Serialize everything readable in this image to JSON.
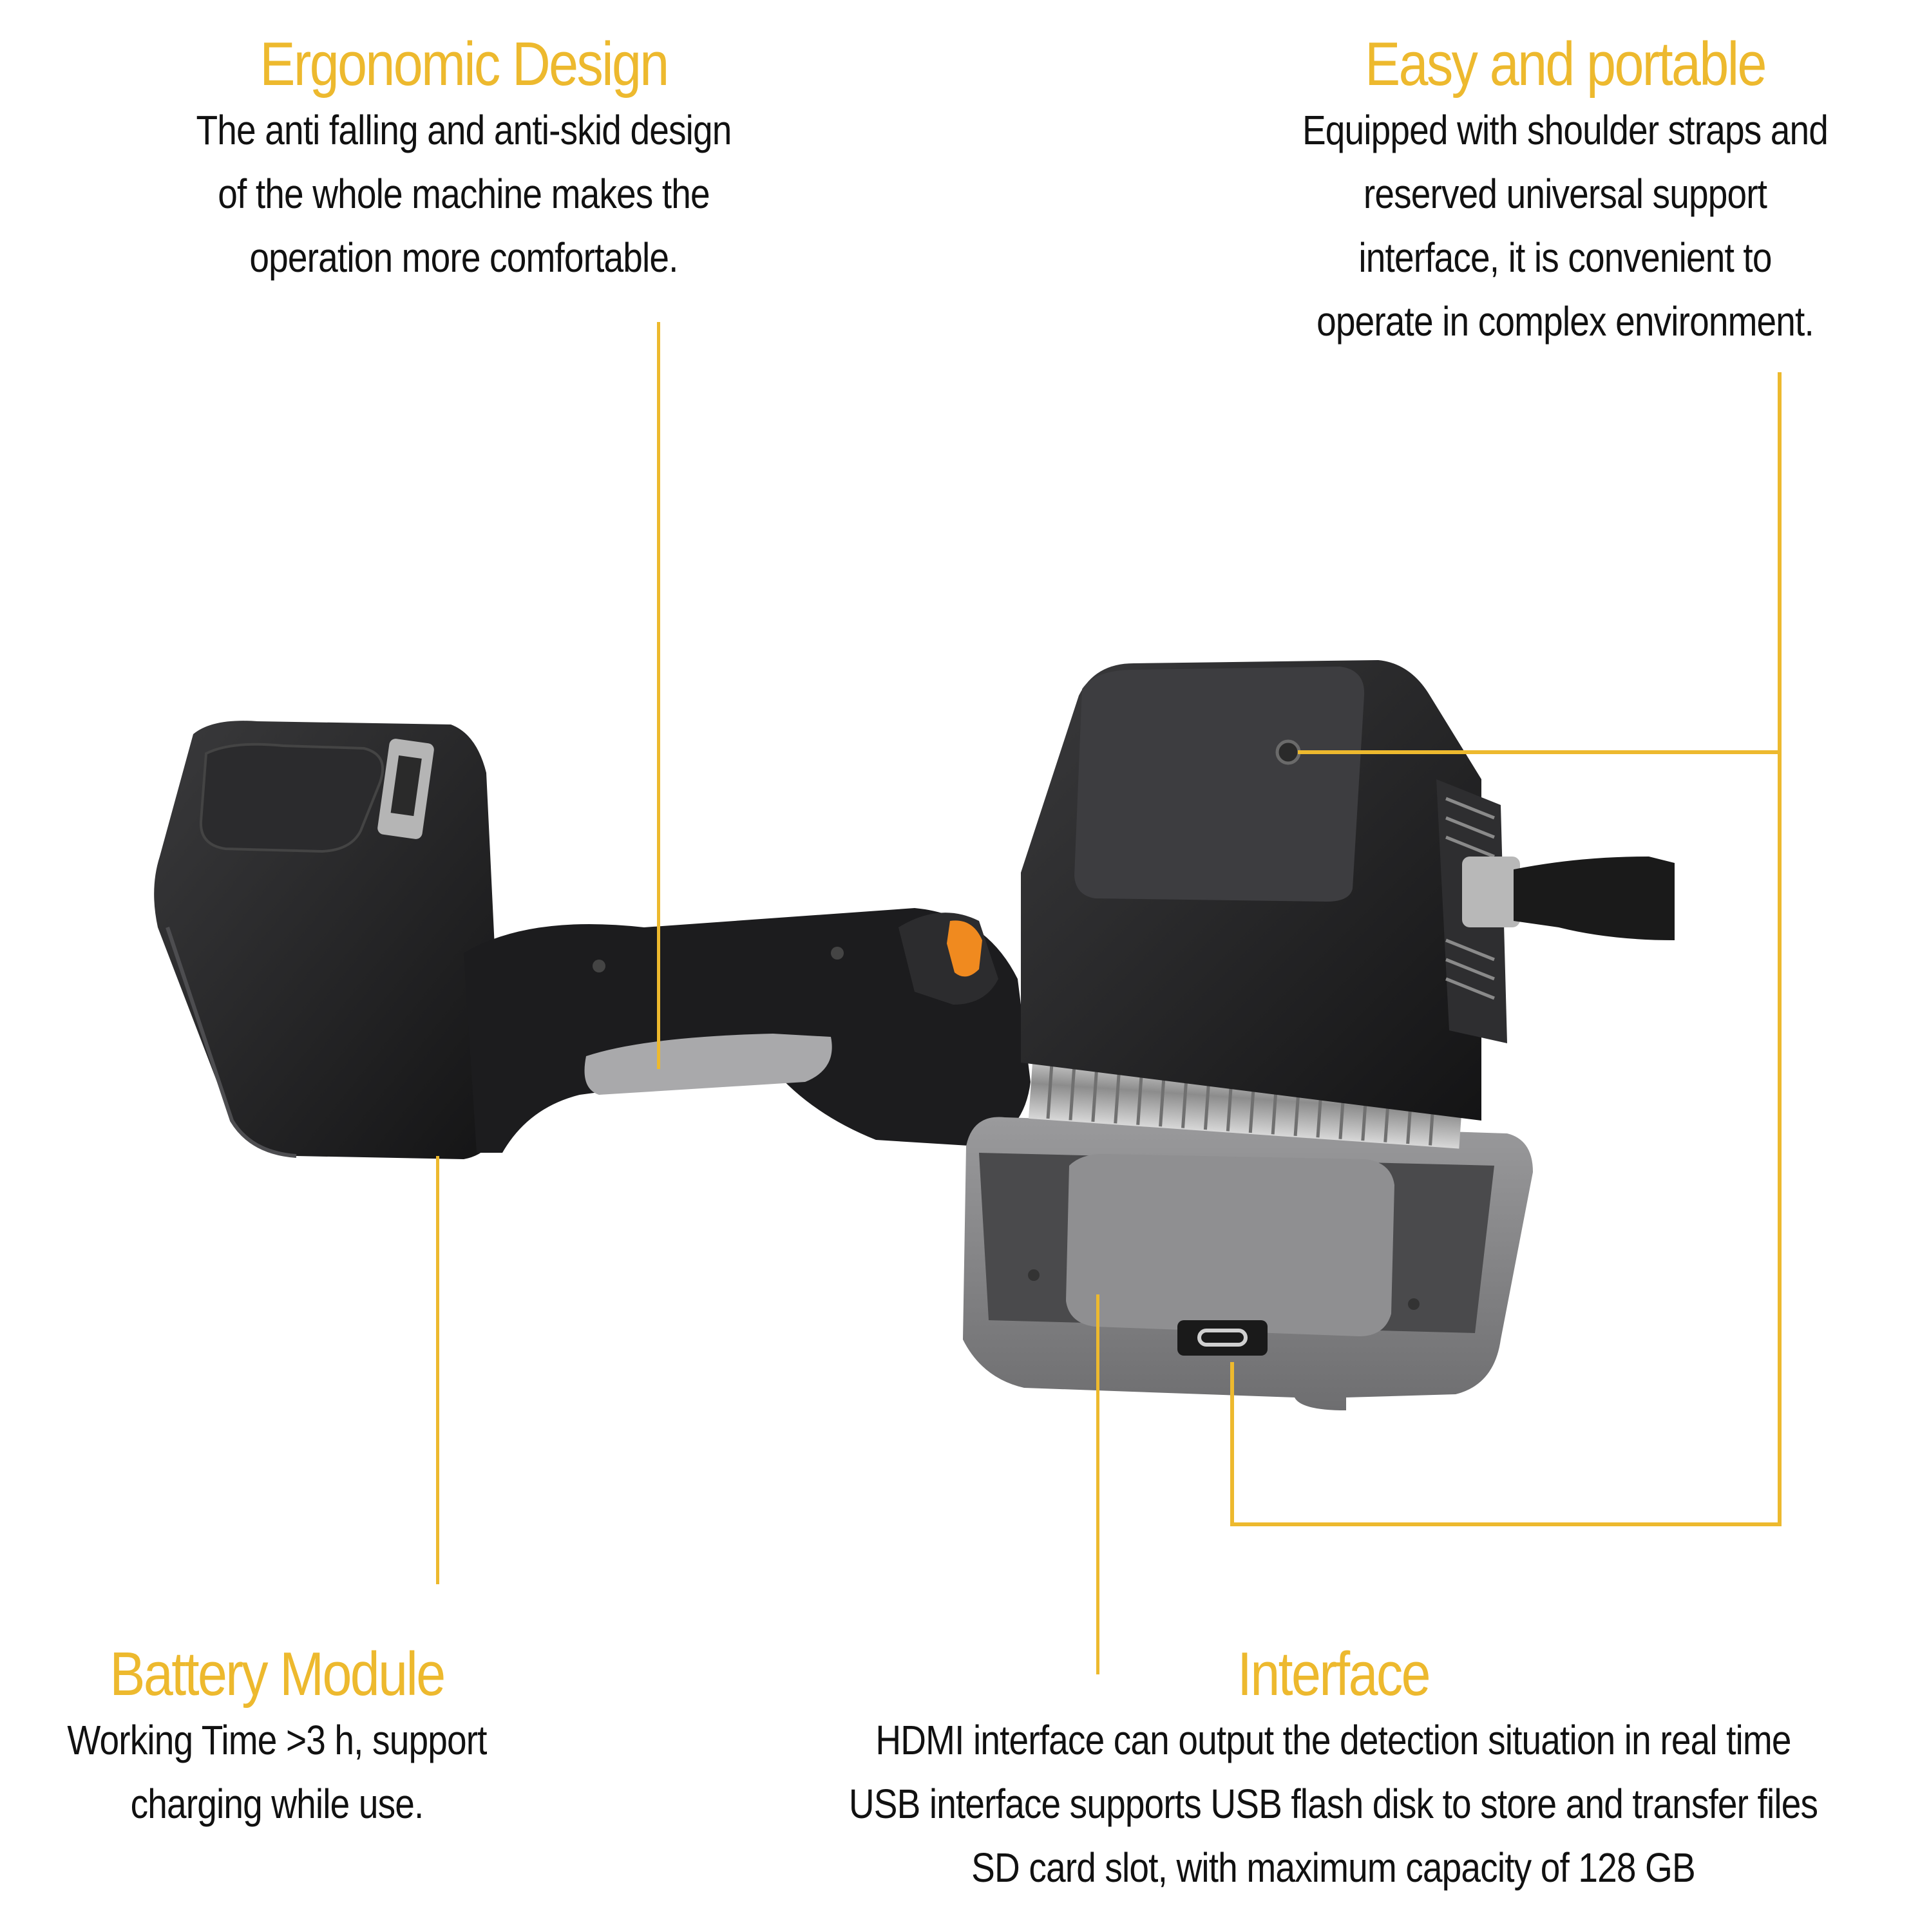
{
  "colors": {
    "accent": "#EDB92E",
    "text": "#111111",
    "background": "#ffffff",
    "trigger": "#F08A1F"
  },
  "ergonomic": {
    "title": "Ergonomic Design",
    "lines": [
      "The anti falling and anti-skid design",
      "of the whole machine makes the",
      "operation more comfortable."
    ]
  },
  "portable": {
    "title": "Easy and portable",
    "lines": [
      "Equipped with shoulder straps and",
      "reserved universal support",
      "interface, it is convenient to",
      "operate in complex environment."
    ]
  },
  "battery": {
    "title": "Battery Module",
    "lines": [
      "Working Time >3 h, support",
      "charging while use."
    ]
  },
  "interface": {
    "title": "Interface",
    "lines": [
      "HDMI interface can output the detection situation in real time",
      "USB interface supports USB flash disk to store and transfer files",
      "SD card slot, with maximum capacity of 128 GB"
    ]
  }
}
